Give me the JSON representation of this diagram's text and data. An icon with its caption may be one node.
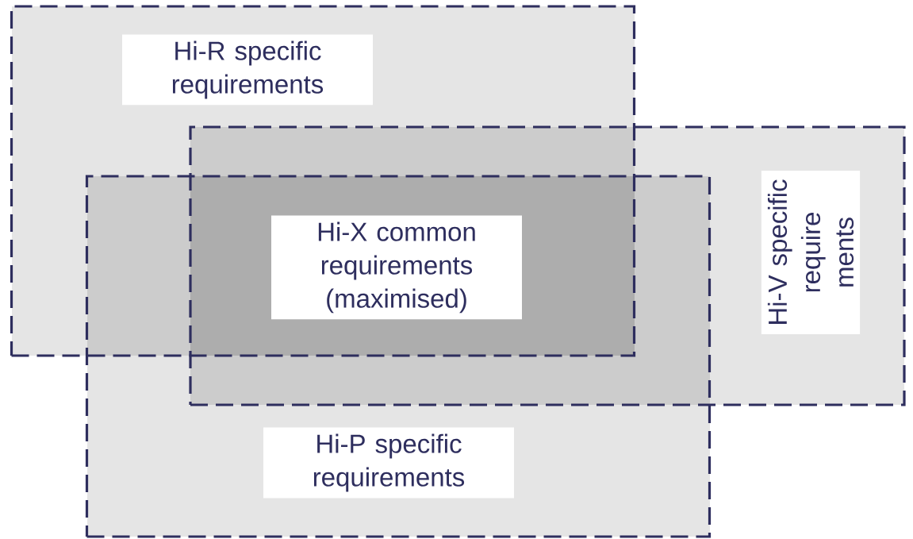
{
  "diagram": {
    "nodes": [
      {
        "text": [
          "Hi-R specific requirements"
        ]
      },
      {
        "text": [
          "Hi-V specific require ments"
        ]
      },
      {
        "text": [
          "Hi-P specific requirements"
        ]
      },
      {
        "text": [
          "Hi-X common requirements (maximised)"
        ]
      }
    ]
  }
}
